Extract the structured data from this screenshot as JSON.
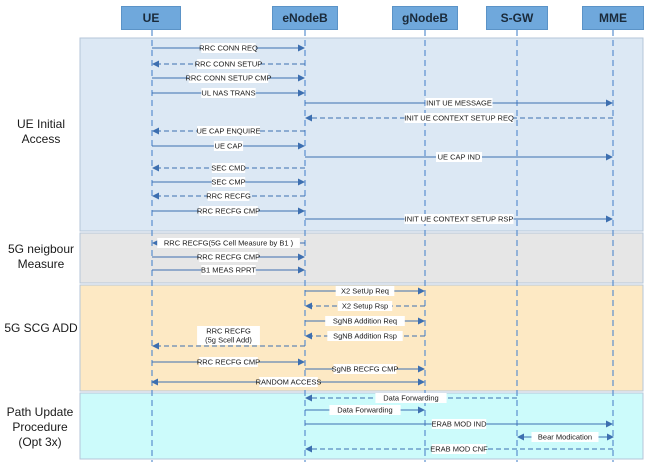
{
  "colors": {
    "entity_fill": "#6fa8dc",
    "section_blue": "#dce8f4",
    "section_gray": "#e6e6e6",
    "section_orange": "#fde9c4",
    "section_cyan": "#ccfbfb",
    "arrow": "#3d6fb0"
  },
  "entities": [
    "UE",
    "eNodeB",
    "gNodeB",
    "S-GW",
    "MME"
  ],
  "phases": [
    {
      "label_lines": [
        "UE  Initial",
        "Access"
      ]
    },
    {
      "label_lines": [
        "5G neigbour",
        "Measure"
      ]
    },
    {
      "label_lines": [
        "5G SCG ADD"
      ]
    },
    {
      "label_lines": [
        "Path Update",
        "Procedure",
        "(Opt 3x)"
      ]
    }
  ],
  "messages": [
    {
      "from": "UE",
      "to": "eNodeB",
      "label": "RRC CONN REQ",
      "dashed": false
    },
    {
      "from": "eNodeB",
      "to": "UE",
      "label": "RRC CONN SETUP",
      "dashed": true
    },
    {
      "from": "UE",
      "to": "eNodeB",
      "label": "RRC CONN SETUP CMP",
      "dashed": false
    },
    {
      "from": "UE",
      "to": "eNodeB",
      "label": "UL NAS TRANS",
      "dashed": false
    },
    {
      "from": "eNodeB",
      "to": "MME",
      "label": "INIT UE MESSAGE",
      "dashed": false
    },
    {
      "from": "MME",
      "to": "eNodeB",
      "label": "INIT UE CONTEXT SETUP REQ",
      "dashed": true
    },
    {
      "from": "eNodeB",
      "to": "UE",
      "label": "UE CAP ENQUIRE",
      "dashed": true
    },
    {
      "from": "UE",
      "to": "eNodeB",
      "label": "UE CAP",
      "dashed": false
    },
    {
      "from": "eNodeB",
      "to": "MME",
      "label": "UE CAP IND",
      "dashed": false
    },
    {
      "from": "eNodeB",
      "to": "UE",
      "label": "SEC CMD",
      "dashed": true
    },
    {
      "from": "UE",
      "to": "eNodeB",
      "label": "SEC CMP",
      "dashed": false
    },
    {
      "from": "eNodeB",
      "to": "UE",
      "label": "RRC RECFG",
      "dashed": true
    },
    {
      "from": "UE",
      "to": "eNodeB",
      "label": "RRC RECFG CMP",
      "dashed": false
    },
    {
      "from": "eNodeB",
      "to": "MME",
      "label": "INIT UE CONTEXT SETUP RSP",
      "dashed": false
    },
    {
      "from": "eNodeB",
      "to": "UE",
      "label": "RRC RECFG(5G Cell Measure by B1 )",
      "dashed": true
    },
    {
      "from": "UE",
      "to": "eNodeB",
      "label": "RRC RECFG CMP",
      "dashed": false
    },
    {
      "from": "UE",
      "to": "eNodeB",
      "label": "B1 MEAS RPRT",
      "dashed": false
    },
    {
      "from": "eNodeB",
      "to": "gNodeB",
      "label": "X2 SetUp  Req",
      "dashed": false
    },
    {
      "from": "gNodeB",
      "to": "eNodeB",
      "label": "X2 Setup Rsp",
      "dashed": true
    },
    {
      "from": "eNodeB",
      "to": "gNodeB",
      "label": "SgNB Addition  Req",
      "dashed": false
    },
    {
      "from": "gNodeB",
      "to": "eNodeB",
      "label": "SgNB Addition Rsp",
      "dashed": true
    },
    {
      "from": "eNodeB",
      "to": "UE",
      "label": "RRC RECFG\n(5g Scell Add)",
      "dashed": true
    },
    {
      "from": "UE",
      "to": "eNodeB",
      "label": "RRC RECFG CMP",
      "dashed": false
    },
    {
      "from": "eNodeB",
      "to": "gNodeB",
      "label": "SgNB RECFG CMP",
      "dashed": false
    },
    {
      "from": "UE",
      "to": "gNodeB",
      "label": "RANDOM ACCESS",
      "dashed": false,
      "both": true
    },
    {
      "from": "S-GW",
      "to": "eNodeB",
      "label": "Data  Forwarding",
      "dashed": true
    },
    {
      "from": "eNodeB",
      "to": "gNodeB",
      "label": "Data  Forwarding",
      "dashed": false
    },
    {
      "from": "eNodeB",
      "to": "MME",
      "label": "ERAB MOD IND",
      "dashed": false
    },
    {
      "from": "MME",
      "to": "S-GW",
      "label": "Bear Modication",
      "dashed": false,
      "both": true
    },
    {
      "from": "MME",
      "to": "eNodeB",
      "label": "ERAB MOD CNF",
      "dashed": true
    }
  ]
}
